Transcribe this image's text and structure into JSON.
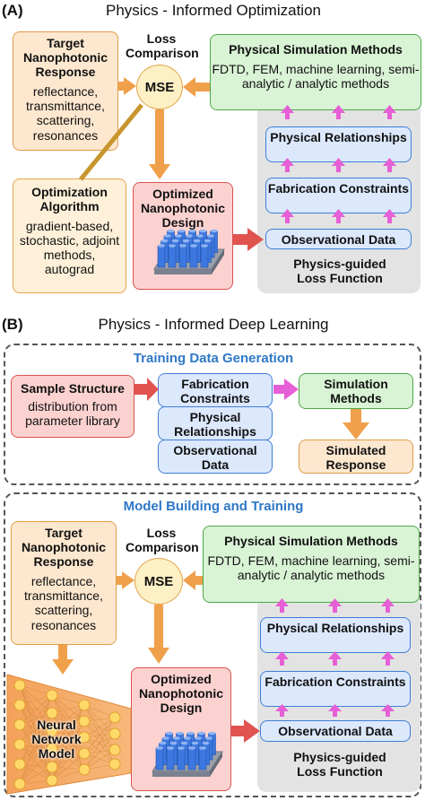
{
  "panel_a": {
    "label": "(A)",
    "title": "Physics - Informed Optimization",
    "target": {
      "title": "Target Nanophotonic Response",
      "items": "reflectance, transmittance, scattering, resonances"
    },
    "loss": {
      "label": "Loss Comparison",
      "mse": "MSE"
    },
    "sim": {
      "title": "Physical Simulation Methods",
      "body": "FDTD, FEM, machine learning, semi-analytic / analytic methods"
    },
    "phys": "Physical Relationships",
    "fab": "Fabrication Constraints",
    "obs": "Observational Data",
    "opt": {
      "title": "Optimization Algorithm",
      "items": "gradient-based, stochastic, adjoint methods, autograd"
    },
    "design": "Optimized Nanophotonic Design",
    "guided": "Physics-guided Loss Function"
  },
  "panel_b": {
    "label": "(B)",
    "title": "Physics - Informed Deep Learning",
    "training": {
      "title": "Training Data Generation",
      "sample": {
        "title": "Sample Structure",
        "body": "distribution from parameter library"
      },
      "fab": "Fabrication Constraints",
      "phys": "Physical Relationships",
      "obs": "Observational Data",
      "sim": "Simulation Methods",
      "response": "Simulated Response"
    },
    "model": {
      "title": "Model Building and Training",
      "target": {
        "title": "Target Nanophotonic Response",
        "items": "reflectance, transmittance, scattering, resonances"
      },
      "loss": {
        "label": "Loss Comparison",
        "mse": "MSE"
      },
      "sim": {
        "title": "Physical Simulation Methods",
        "body": "FDTD, FEM, machine learning, semi-analytic / analytic methods"
      },
      "phys": "Physical Relationships",
      "fab": "Fabrication Constraints",
      "obs": "Observational Data",
      "nn": "Neural Network Model",
      "design": "Optimized Nanophotonic Design",
      "guided": "Physics-guided Loss Function"
    }
  },
  "colors": {
    "orange": "#f0a04b",
    "pink": "#e75fd6",
    "red": "#e0534f",
    "green": "#4ea84a",
    "blue": "#3f7fd6",
    "title_blue": "#2e78c7"
  }
}
